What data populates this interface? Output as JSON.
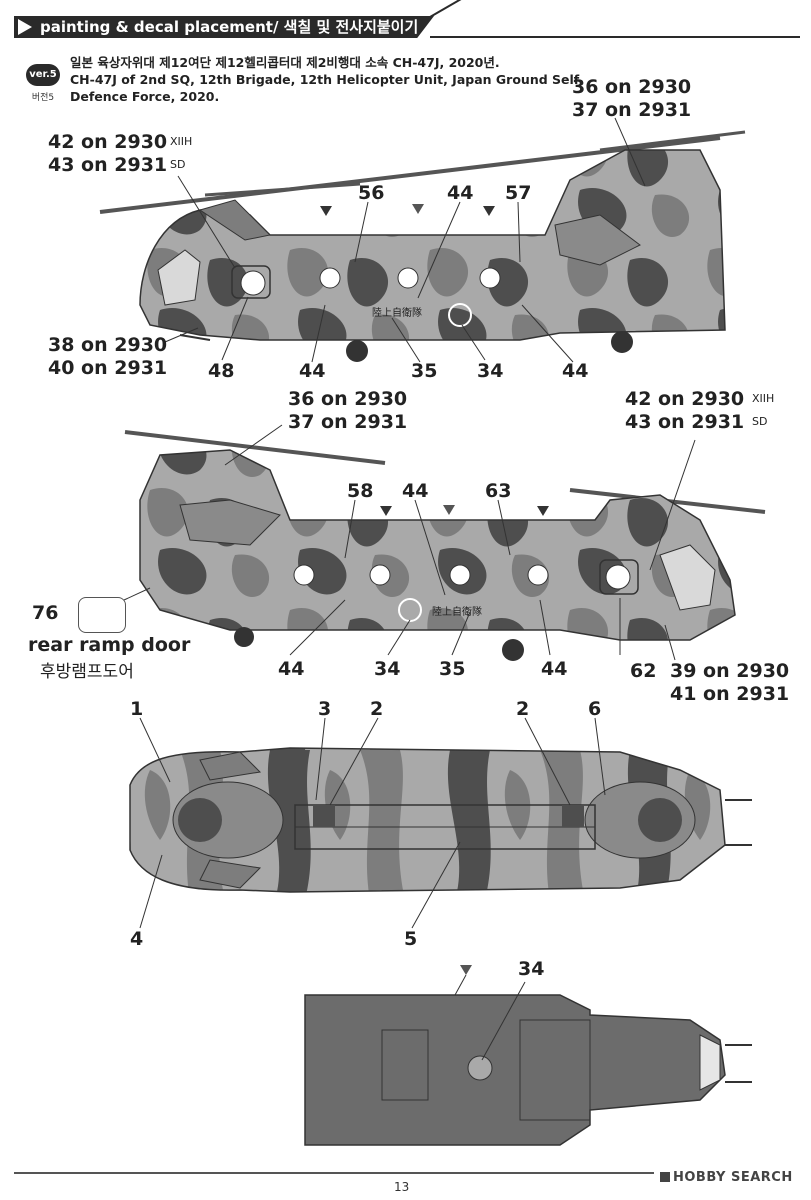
{
  "header": {
    "title": "painting & decal placement/ 색칠 및 전사지붙이기"
  },
  "version": {
    "badge": "ver.5",
    "sub": "버전5"
  },
  "description": {
    "line1": "일본 육상자위대 제12여단 제12헬리콥터대 제2비행대 소속 CH-47J, 2020년.",
    "line2": "CH-47J of 2nd SQ, 12th Brigade, 12th Helicopter Unit, Japan Ground Self",
    "line3": "Defence Force, 2020."
  },
  "view1": {
    "top_right_a": "36 on 2930",
    "top_right_b": "37 on 2931",
    "top_left_a": "42 on 2930",
    "top_left_b": "43 on 2931",
    "code_xiih": "XIIH",
    "code_sd": "SD",
    "n56": "56",
    "n44top": "44",
    "n57": "57",
    "bottom_left_a": "38 on 2930",
    "bottom_left_b": "40 on 2931",
    "n48": "48",
    "n44a": "44",
    "n35": "35",
    "n34": "34",
    "n44b": "44",
    "fuselage_text": "陸上自衛隊"
  },
  "view2": {
    "top_left_a": "36 on 2930",
    "top_left_b": "37 on 2931",
    "top_right_a": "42 on 2930",
    "top_right_b": "43 on 2931",
    "code_xiih": "XIIH",
    "code_sd": "SD",
    "n58": "58",
    "n44top": "44",
    "n63": "63",
    "n76": "76",
    "ramp_en": "rear ramp door",
    "ramp_ko": "후방램프도어",
    "n44a": "44",
    "n34": "34",
    "n35": "35",
    "n44b": "44",
    "n62": "62",
    "bottom_right_a": "39 on 2930",
    "bottom_right_b": "41 on 2931",
    "fuselage_text": "陸上自衛隊"
  },
  "view3": {
    "n1": "1",
    "n3": "3",
    "n2a": "2",
    "n2b": "2",
    "n6": "6",
    "n4": "4",
    "n5": "5"
  },
  "view4": {
    "n34": "34"
  },
  "footer": {
    "page": "13",
    "watermark": "HOBBY SEARCH"
  },
  "colors": {
    "camo_light": "#a9a9a9",
    "camo_mid": "#7d7d7d",
    "camo_dark": "#4e4e4e",
    "underside": "#6c6c6c",
    "ink": "#222222"
  }
}
